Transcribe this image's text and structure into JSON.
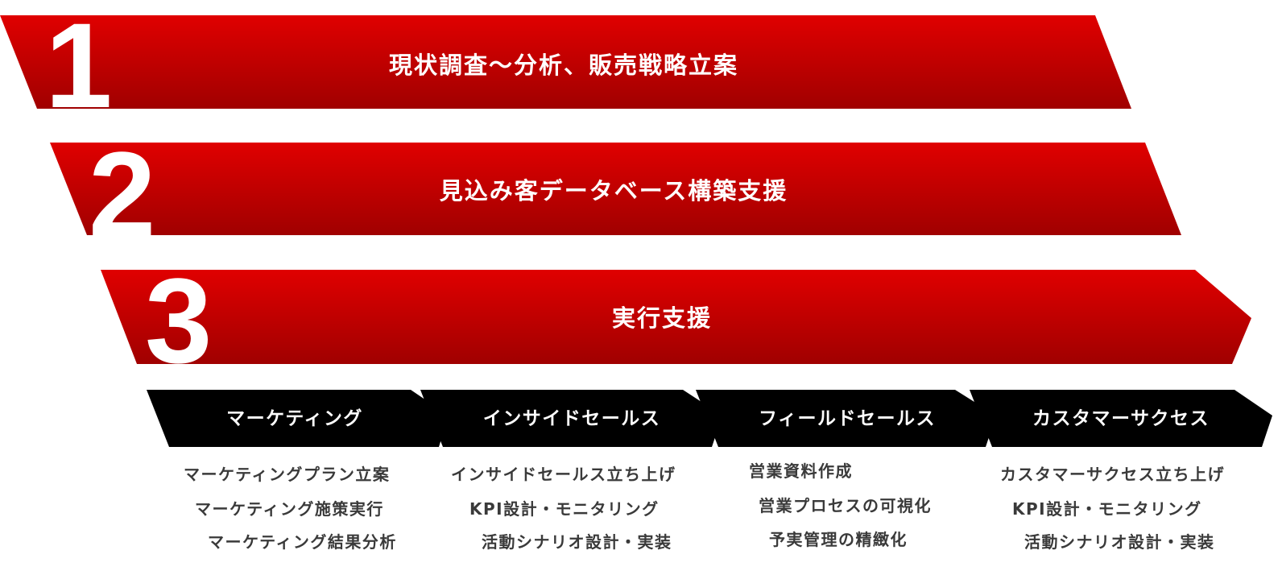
{
  "colors": {
    "band_top": "#e00000",
    "band_bottom": "#a00000",
    "chevron": "#000000",
    "band_text": "#ffffff",
    "task_text": "#3a3a3a"
  },
  "bands": [
    {
      "number": "1",
      "title": "現状調査〜分析、販売戦略立案"
    },
    {
      "number": "2",
      "title": "見込み客データベース構築支援"
    },
    {
      "number": "3",
      "title": "実行支援"
    }
  ],
  "phases": [
    {
      "label": "マーケティング",
      "tasks": [
        "マーケティングプラン立案",
        "マーケティング施策実行",
        "マーケティング結果分析"
      ]
    },
    {
      "label": "インサイドセールス",
      "tasks": [
        "インサイドセールス立ち上げ",
        "KPI設計・モニタリング",
        "活動シナリオ設計・実装"
      ]
    },
    {
      "label": "フィールドセールス",
      "tasks": [
        "営業資料作成",
        "営業プロセスの可視化",
        "予実管理の精緻化"
      ]
    },
    {
      "label": "カスタマーサクセス",
      "tasks": [
        "カスタマーサクセス立ち上げ",
        "KPI設計・モニタリング",
        "活動シナリオ設計・実装"
      ]
    }
  ]
}
